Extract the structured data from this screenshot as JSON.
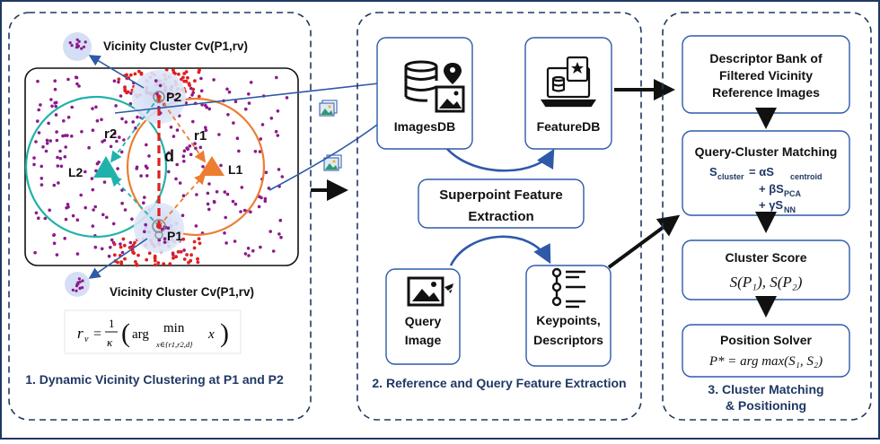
{
  "panel1": {
    "title": "1. Dynamic Vicinity Clustering at P1 and P2",
    "cluster_top": "Vicinity Cluster Cv(P1,rv)",
    "cluster_bottom": "Vicinity Cluster Cv(P1,rv)",
    "labels": {
      "p1": "P1",
      "p2": "P2",
      "l1": "L1",
      "l2": "L2",
      "r1": "r1",
      "r2": "r2",
      "d": "d"
    },
    "formula": {
      "lhs": "r",
      "lhs_sub": "v",
      "eq": "=",
      "frac_num": "1",
      "frac_den": "κ",
      "arg": "arg",
      "min": "min",
      "min_sub": "x∈{r1,r2,d}",
      "x": "x"
    }
  },
  "panel2": {
    "title": "2. Reference and Query Feature Extraction",
    "images_db": "ImagesDB",
    "feature_db": "FeatureDB",
    "superpoint_line1": "Superpoint Feature",
    "superpoint_line2": "Extraction",
    "query_image_line1": "Query",
    "query_image_line2": "Image",
    "keypoints_line1": "Keypoints,",
    "keypoints_line2": "Descriptors"
  },
  "panel3": {
    "title_line1": "3. Cluster Matching",
    "title_line2": "& Positioning",
    "bank_line1": "Descriptor Bank of",
    "bank_line2": "Filtered Vicinity",
    "bank_line3": "Reference Images",
    "matching_title": "Query-Cluster Matching",
    "matching_s": "S",
    "matching_s_sub": "cluster",
    "matching_eq": " = αS",
    "matching_centroid": "centroid",
    "matching_pca_pre": "+ βS",
    "matching_pca": "PCA",
    "matching_nn_pre": "+ γS",
    "matching_nn": "NN",
    "score_title": "Cluster Score",
    "score_formula": "S(P₁), S(P₂)",
    "solver_title": "Position Solver",
    "solver_formula": "P* = arg max(S₁, S₂)"
  },
  "colors": {
    "frame": "#1f3864",
    "teal": "#20b2aa",
    "orange": "#ed7d31",
    "purple": "#8b1a8b",
    "red": "#e02020",
    "arrow_blue": "#2e5aa8",
    "cluster_fill": "#c5d5f0"
  }
}
